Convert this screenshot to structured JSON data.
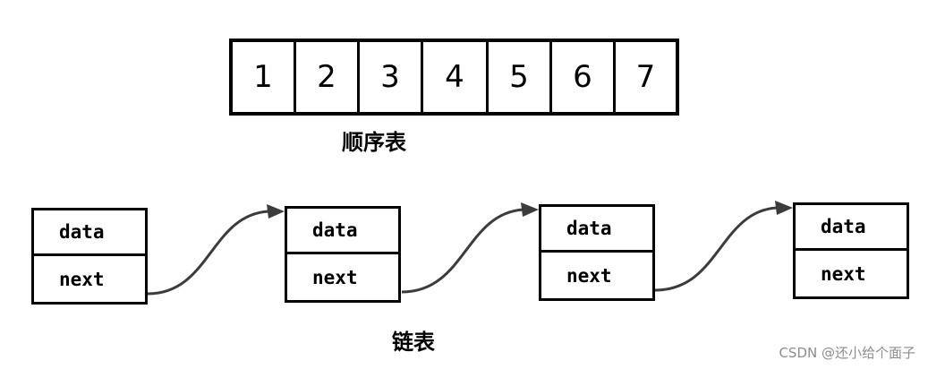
{
  "sequential_list": {
    "cells": [
      "1",
      "2",
      "3",
      "4",
      "5",
      "6",
      "7"
    ],
    "caption": "顺序表"
  },
  "linked_list": {
    "nodes": [
      {
        "data_label": "data",
        "next_label": "next"
      },
      {
        "data_label": "data",
        "next_label": "next"
      },
      {
        "data_label": "data",
        "next_label": "next"
      },
      {
        "data_label": "data",
        "next_label": "next"
      }
    ],
    "caption": "链表"
  },
  "colors": {
    "line": "#000000",
    "arrow": "#3c3c3c"
  },
  "watermark": "CSDN @还小给个面子"
}
